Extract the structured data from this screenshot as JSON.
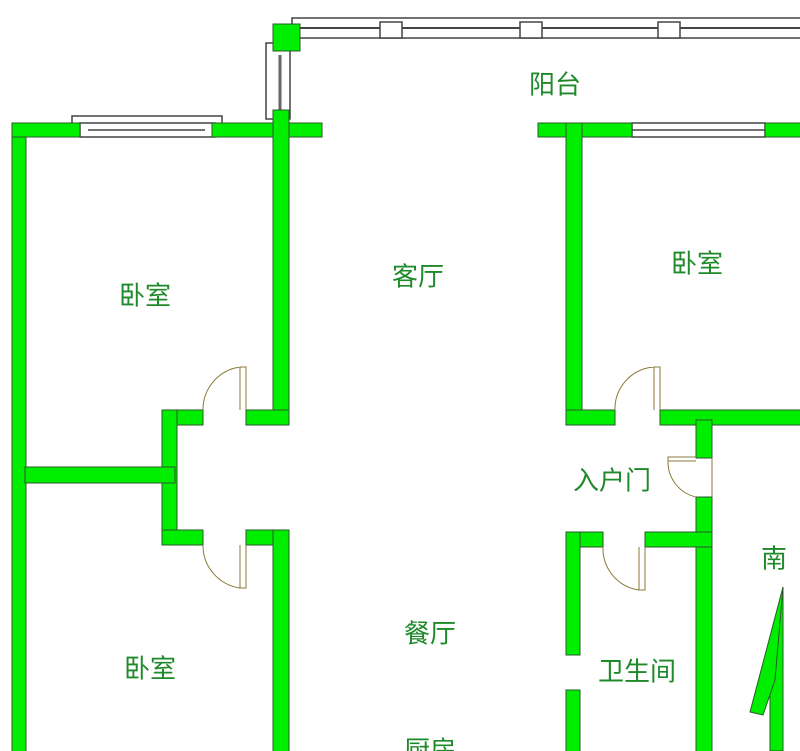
{
  "rooms": {
    "balcony": "阳台",
    "living_room": "客厅",
    "bedroom_top_left": "卧室",
    "bedroom_top_right": "卧室",
    "bedroom_bottom_left": "卧室",
    "entrance": "入户门",
    "dining_room": "餐厅",
    "bathroom": "卫生间",
    "kitchen": "厨房"
  },
  "compass": {
    "label": "南"
  },
  "colors": {
    "wall": "#00ee00",
    "text": "#1f8a2a"
  }
}
